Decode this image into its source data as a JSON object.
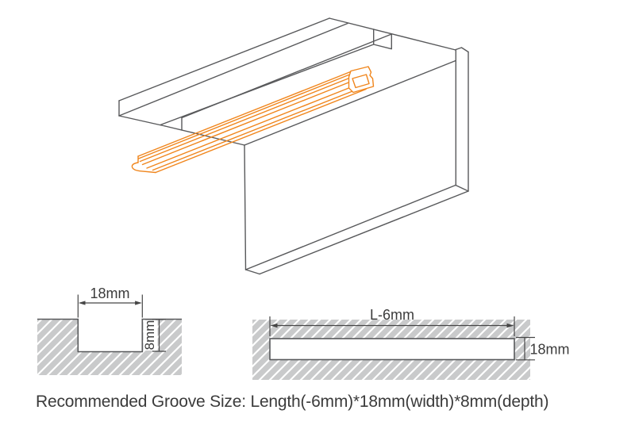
{
  "caption": "Recommended Groove Size: Length(-6mm)*18mm(width)*8mm(depth)",
  "diagrams": {
    "cross_section": {
      "width_label": "18mm",
      "depth_label": "8mm"
    },
    "top_view": {
      "length_label": "L-6mm",
      "width_label": "18mm"
    }
  },
  "illustration": {
    "colors": {
      "outline": "#58595b",
      "profile": "#f0861d",
      "hatch_fill": "#c9cacb",
      "hatch_stripe": "#ffffff",
      "dimension": "#464646",
      "text": "#3b3b3b",
      "background": "#ffffff"
    }
  }
}
